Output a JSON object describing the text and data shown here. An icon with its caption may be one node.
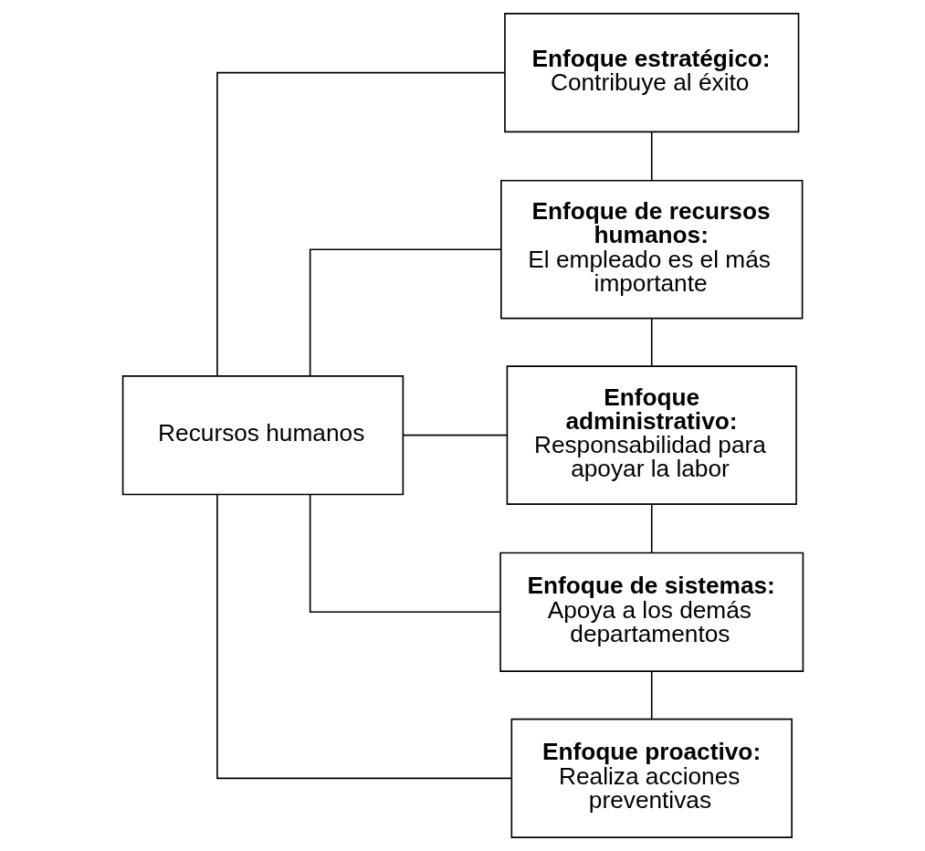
{
  "diagram": {
    "nodes": [
      {
        "text": [
          "Recursos humanos"
        ]
      },
      {
        "text": [
          "Enfoque estratégico:",
          "Contribuye al éxito"
        ]
      },
      {
        "text": [
          "Enfoque de recursos humanos:",
          "El empleado es el más importante"
        ]
      },
      {
        "text": [
          "Enfoque administrativo:",
          "Responsabilidad para apoyar la labor"
        ]
      },
      {
        "text": [
          "Enfoque de sistemas:",
          "Apoya a los demás departamentos"
        ]
      },
      {
        "text": [
          "Enfoque proactivo:",
          "Realiza acciones preventivas"
        ]
      }
    ],
    "edges": [
      {
        "from": 0,
        "to": 1,
        "arrow": "none"
      },
      {
        "from": 0,
        "to": 2,
        "arrow": "none"
      },
      {
        "from": 0,
        "to": 3,
        "arrow": "none"
      },
      {
        "from": 0,
        "to": 4,
        "arrow": "none"
      },
      {
        "from": 0,
        "to": 5,
        "arrow": "none"
      },
      {
        "from": 1,
        "to": 2,
        "arrow": "none"
      },
      {
        "from": 2,
        "to": 3,
        "arrow": "none"
      },
      {
        "from": 3,
        "to": 4,
        "arrow": "none"
      },
      {
        "from": 4,
        "to": 5,
        "arrow": "none"
      }
    ]
  }
}
